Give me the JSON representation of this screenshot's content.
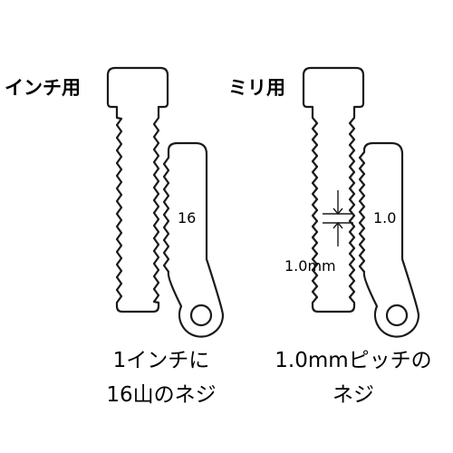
{
  "diagram": {
    "inch": {
      "heading": "インチ用",
      "pitch_label": "16",
      "caption_line1": "1インチに",
      "caption_line2": "16山のネジ"
    },
    "metric": {
      "heading": "ミリ用",
      "pitch_label": "1.0",
      "dimension_label": "1.0mm",
      "caption_line1": "1.0mmピッチの",
      "caption_line2": "ネジ"
    }
  }
}
